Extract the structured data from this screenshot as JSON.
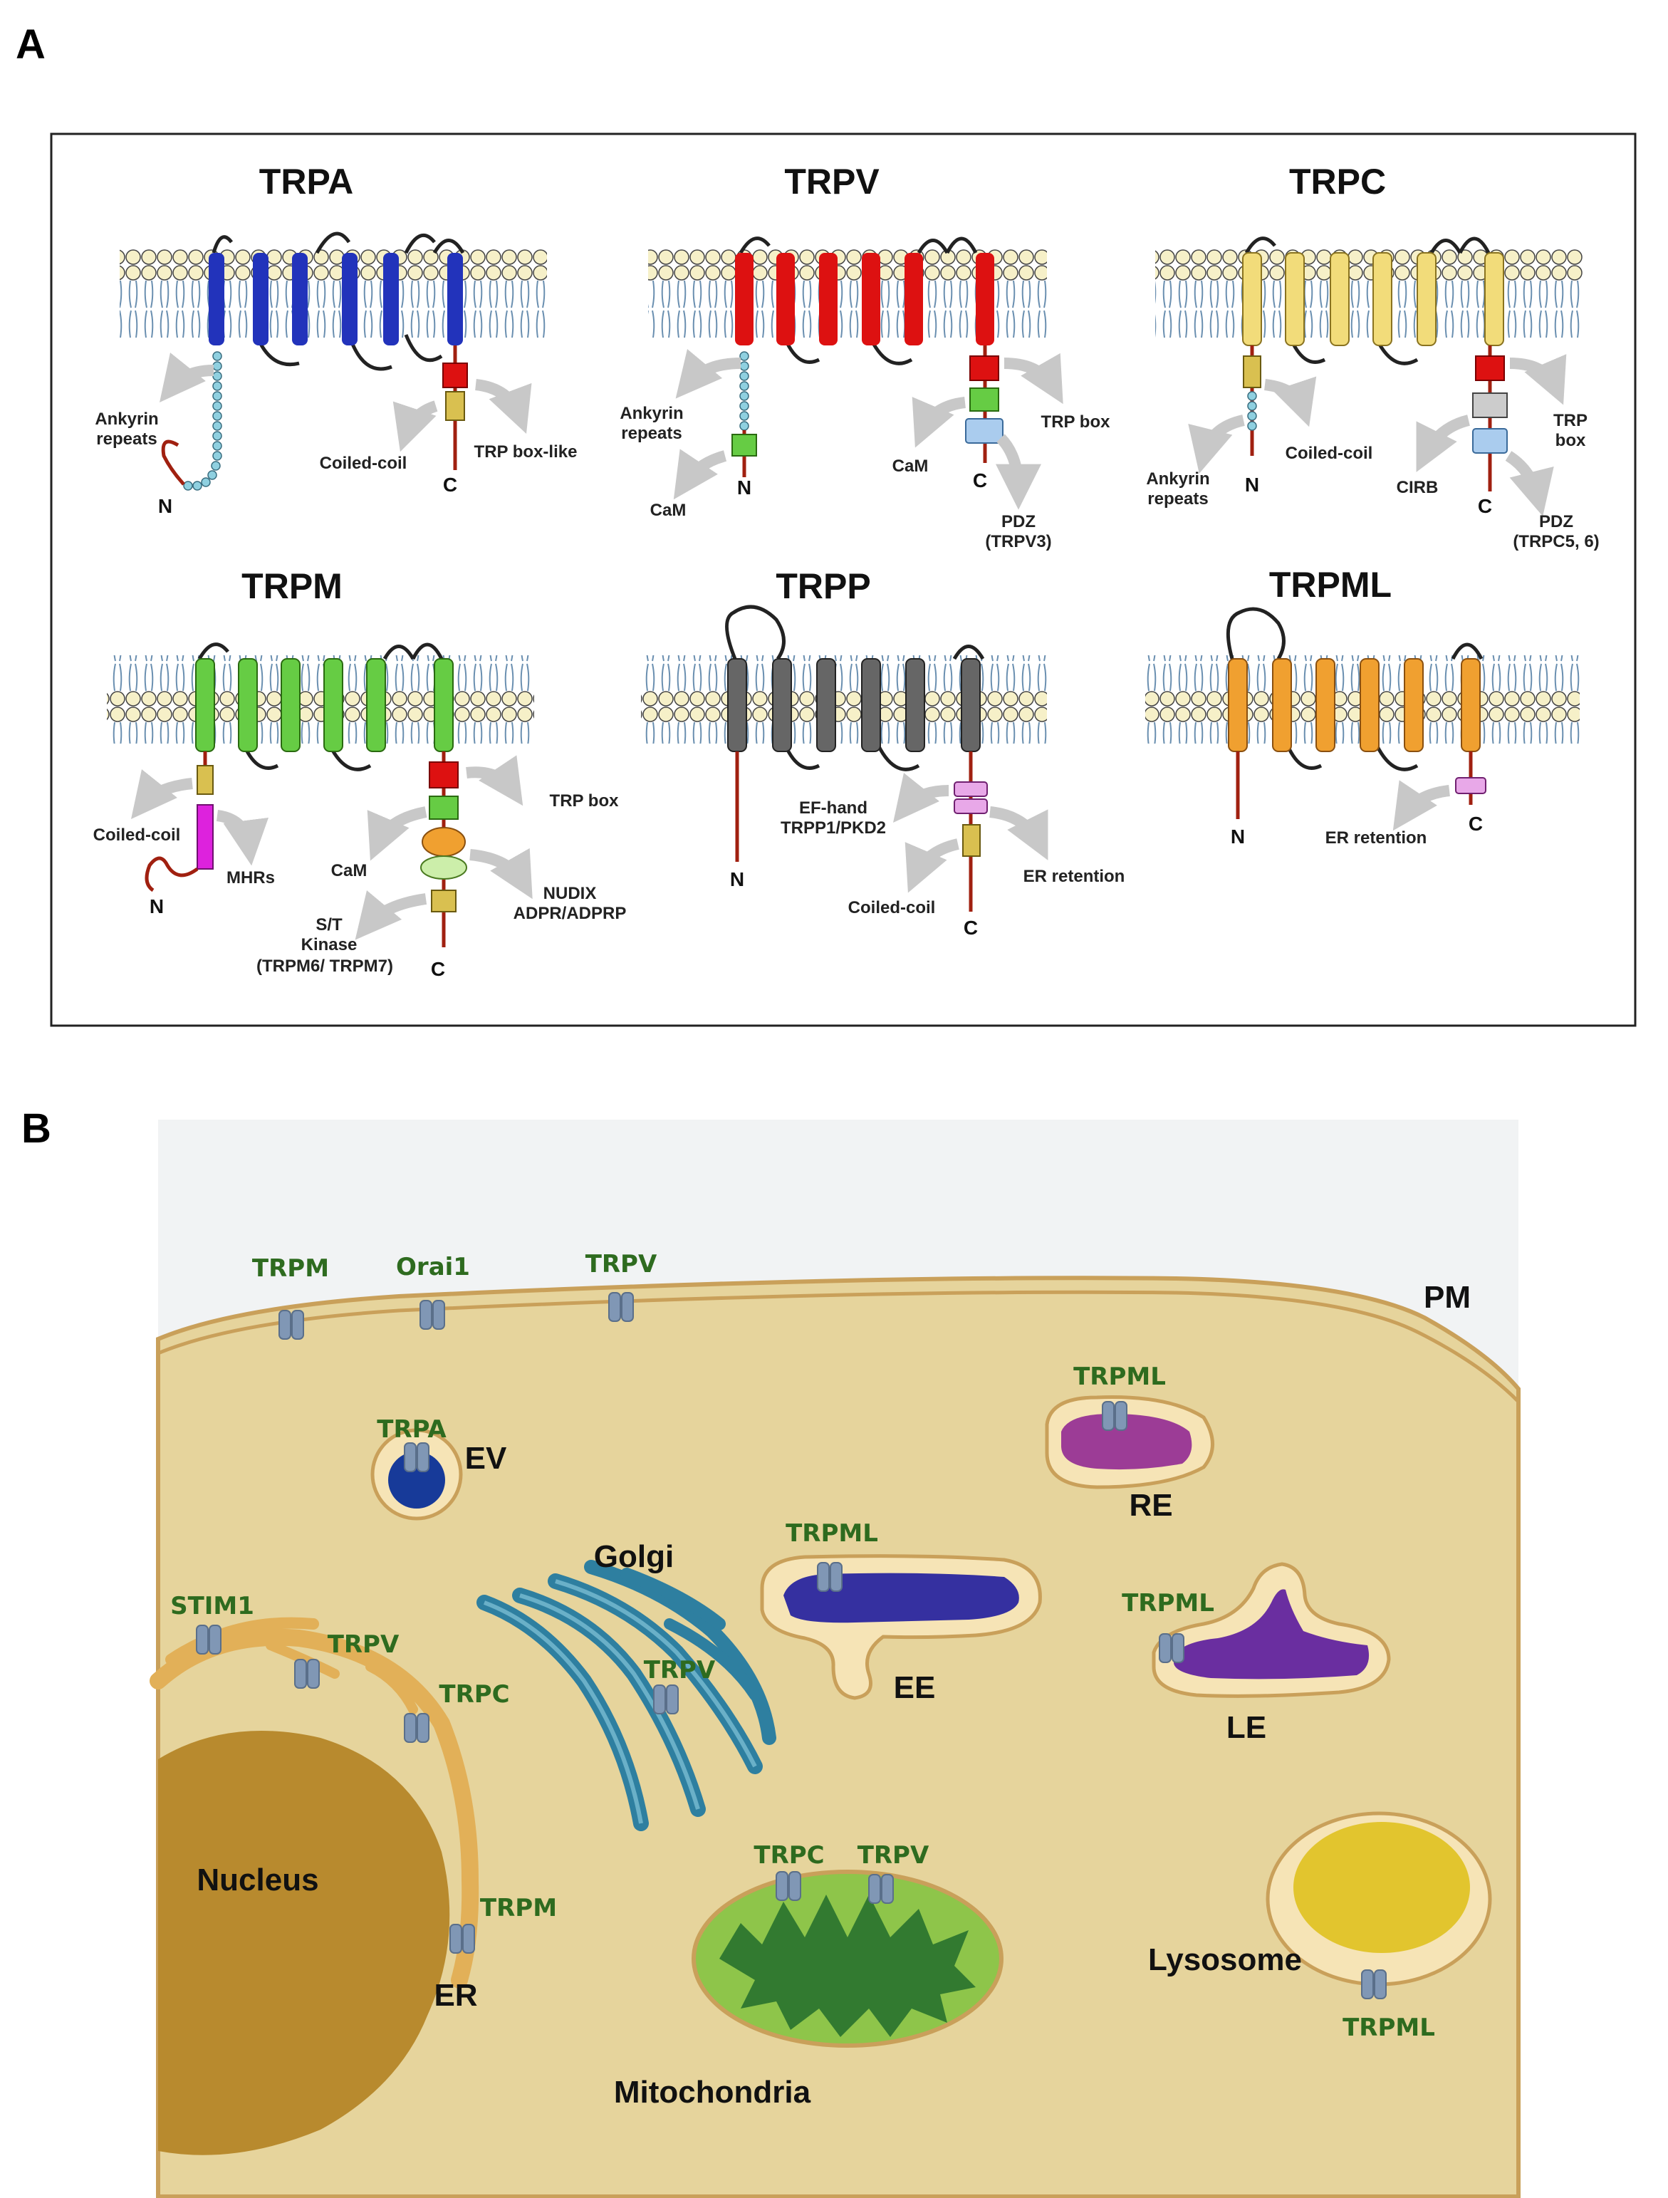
{
  "panels": {
    "a": {
      "letter": "A",
      "families": [
        {
          "id": "trpa",
          "title": "TRPA",
          "color": "#2233bb",
          "annotations": [
            "Ankyrin",
            "repeats",
            "Coiled-coil",
            "TRP box-like"
          ],
          "n": "N",
          "c": "C"
        },
        {
          "id": "trpv",
          "title": "TRPV",
          "color": "#dd1111",
          "annotations": [
            "Ankyrin",
            "repeats",
            "CaM",
            "CaM",
            "TRP box",
            "PDZ",
            "(TRPV3)"
          ],
          "n": "N",
          "c": "C"
        },
        {
          "id": "trpc",
          "title": "TRPC",
          "color": "#f2dc7a",
          "annotations": [
            "Ankyrin",
            "repeats",
            "Coiled-coil",
            "TRP",
            "box",
            "CIRB",
            "PDZ",
            "(TRPC5, 6)"
          ],
          "n": "N",
          "c": "C"
        },
        {
          "id": "trpm",
          "title": "TRPM",
          "color": "#66cc44",
          "annotations": [
            "Coiled-coil",
            "MHRs",
            "CaM",
            "TRP box",
            "NUDIX",
            "ADPR/ADPRP",
            "S/T",
            "Kinase",
            "(TRPM6/ TRPM7)"
          ],
          "n": "N",
          "c": "C"
        },
        {
          "id": "trpp",
          "title": "TRPP",
          "color": "#666666",
          "annotations": [
            "EF-hand",
            "TRPP1/PKD2",
            "Coiled-coil",
            "ER retention"
          ],
          "n": "N",
          "c": "C"
        },
        {
          "id": "trpml",
          "title": "TRPML",
          "color": "#f0a030",
          "annotations": [
            "ER retention"
          ],
          "n": "N",
          "c": "C"
        }
      ]
    },
    "b": {
      "letter": "B",
      "organelles": {
        "pm": "PM",
        "ev": "EV",
        "golgi": "Golgi",
        "re": "RE",
        "ee": "EE",
        "le": "LE",
        "nucleus": "Nucleus",
        "er": "ER",
        "mito": "Mitochondria",
        "lyso": "Lysosome"
      },
      "channels": {
        "pm_trpm": "TRPM",
        "pm_orai1": "Orai1",
        "pm_trpv": "TRPV",
        "ev_trpa": "TRPA",
        "re_trpml": "TRPML",
        "ee_trpml": "TRPML",
        "le_trpml": "TRPML",
        "er_stim1": "STIM1",
        "er_trpv": "TRPV",
        "er_trpc": "TRPC",
        "er_trpm": "TRPM",
        "golgi_trpv": "TRPV",
        "mito_trpc": "TRPC",
        "mito_trpv": "TRPV",
        "lyso_trpml": "TRPML"
      }
    }
  },
  "colors": {
    "cell": "#e6d49c",
    "outside": "#f1f3f4",
    "membrane": "#c9a05a",
    "nucleus": "#b88a2e",
    "channel": "#8097b5",
    "label_green": "#2e6b1f"
  }
}
